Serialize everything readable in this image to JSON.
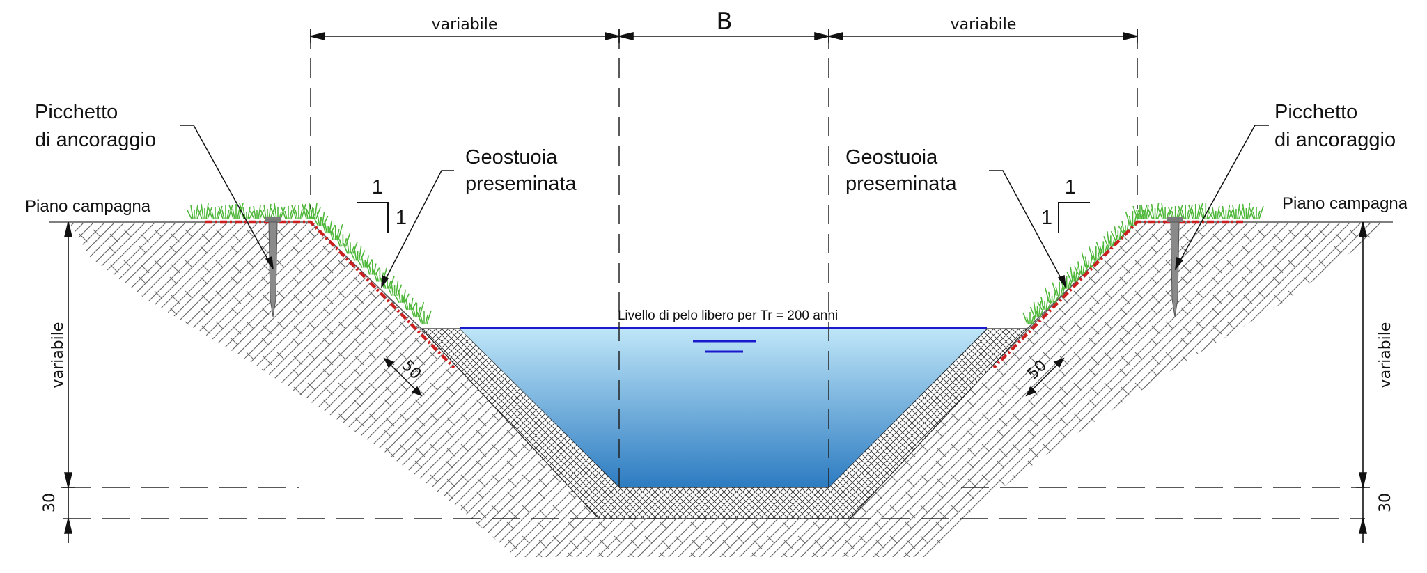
{
  "labels": {
    "picchetto_left_1": "Picchetto",
    "picchetto_left_2": "di ancoraggio",
    "picchetto_right_1": "Picchetto",
    "picchetto_right_2": "di ancoraggio",
    "geostuoia_left_1": "Geostuoia",
    "geostuoia_left_2": "preseminata",
    "geostuoia_right_1": "Geostuoia",
    "geostuoia_right_2": "preseminata",
    "piano_left": "Piano campagna",
    "piano_right": "Piano campagna",
    "water_level": "Livello di pelo libero per Tr = 200 anni"
  },
  "dimensions": {
    "top_left": "variabile",
    "top_center": "B",
    "top_right": "variabile",
    "height_left": "variabile",
    "height_right": "variabile",
    "lining_left": "30",
    "lining_right": "30",
    "geo_thick_left": "50",
    "geo_thick_right": "50"
  },
  "slopes": {
    "left_h": "1",
    "left_v": "1",
    "right_h": "1",
    "right_v": "1"
  },
  "colors": {
    "water_top": "#bfe6f8",
    "water_bottom": "#2c7bc1",
    "water_line": "#1a1acc",
    "geotextile": "#cc1f1f",
    "grass": "#4fb83a",
    "stake": "#8a8a8a"
  }
}
